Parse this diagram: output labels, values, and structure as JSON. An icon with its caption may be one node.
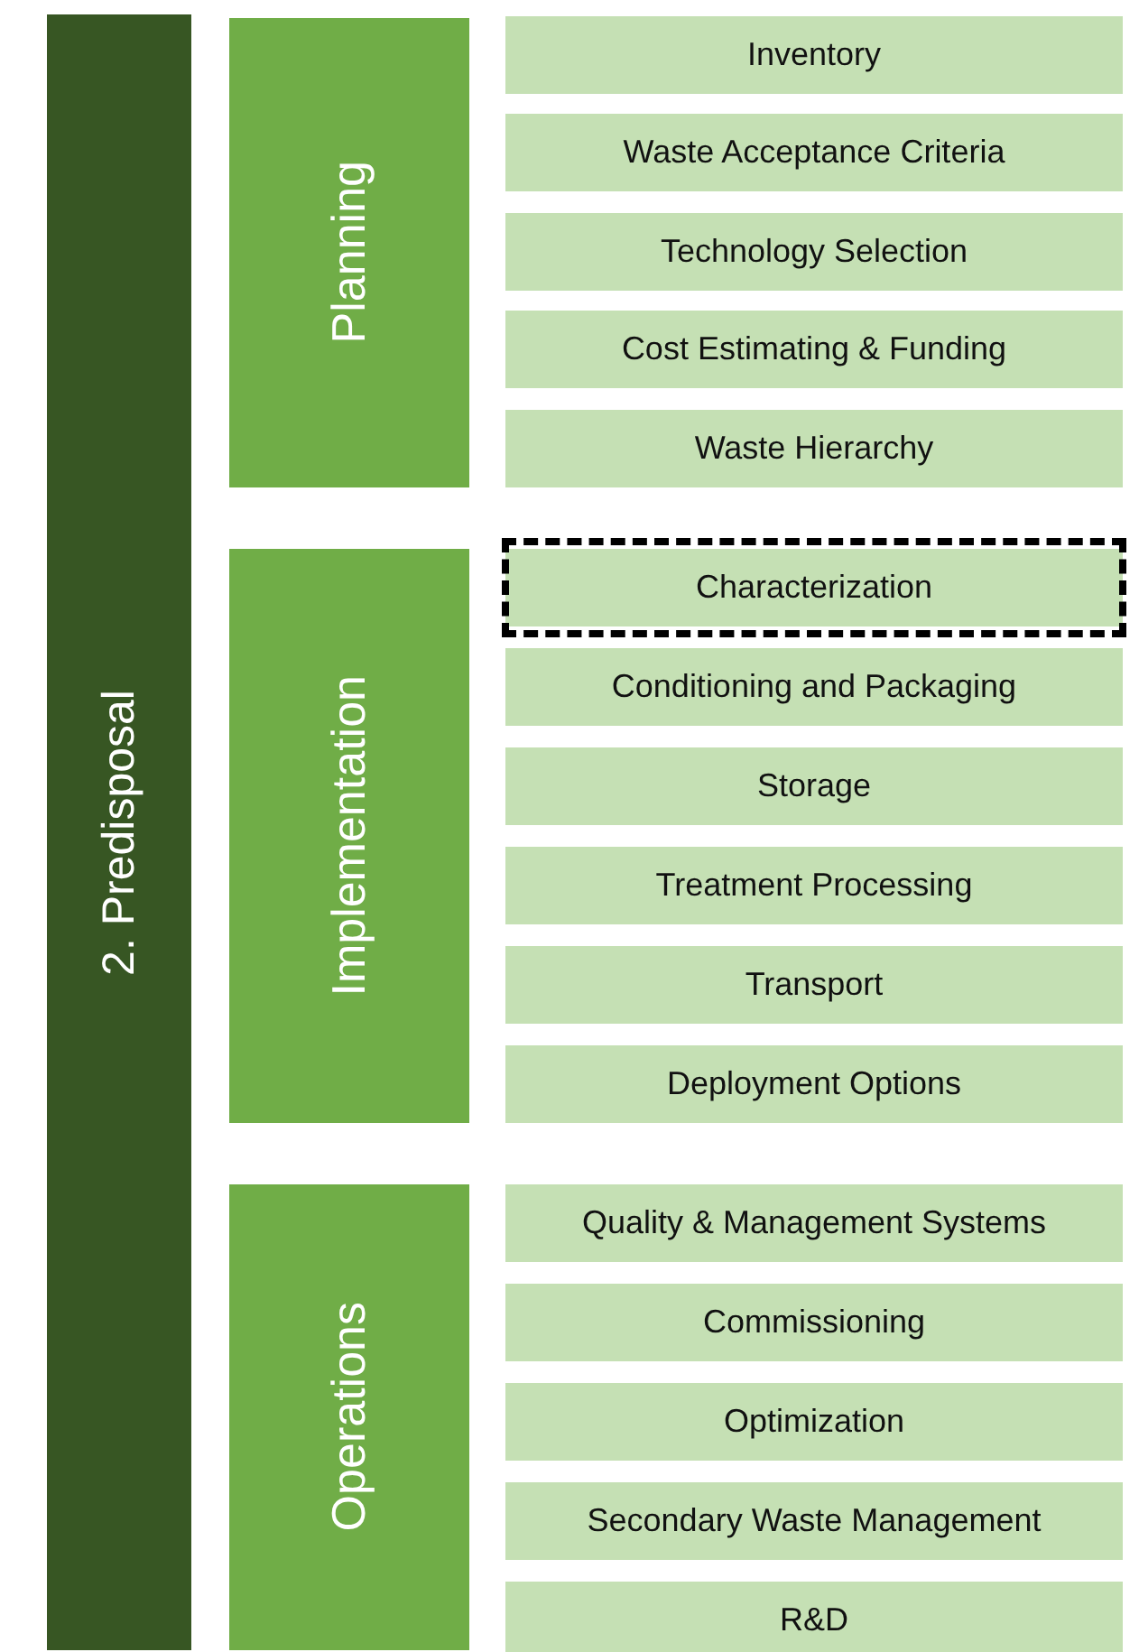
{
  "diagram": {
    "nodes": [
      {
        "text": [
          "2. Predisposal"
        ]
      },
      {
        "text": [
          "Planning"
        ]
      },
      {
        "text": [
          "Inventory"
        ]
      },
      {
        "text": [
          "Waste Acceptance Criteria"
        ]
      },
      {
        "text": [
          "Technology Selection"
        ]
      },
      {
        "text": [
          "Cost Estimating & Funding"
        ]
      },
      {
        "text": [
          "Waste Hierarchy"
        ]
      },
      {
        "text": [
          "Implementation"
        ]
      },
      {
        "text": [
          "Characterization"
        ]
      },
      {
        "text": [
          "Conditioning and Packaging"
        ]
      },
      {
        "text": [
          "Storage"
        ]
      },
      {
        "text": [
          "Treatment Processing"
        ]
      },
      {
        "text": [
          "Transport"
        ]
      },
      {
        "text": [
          "Deployment Options"
        ]
      },
      {
        "text": [
          "Operations"
        ]
      },
      {
        "text": [
          "Quality & Management Systems"
        ]
      },
      {
        "text": [
          "Commissioning"
        ]
      },
      {
        "text": [
          "Optimization"
        ]
      },
      {
        "text": [
          "Secondary Waste Management"
        ]
      },
      {
        "text": [
          "R&D"
        ]
      }
    ],
    "edges": []
  }
}
